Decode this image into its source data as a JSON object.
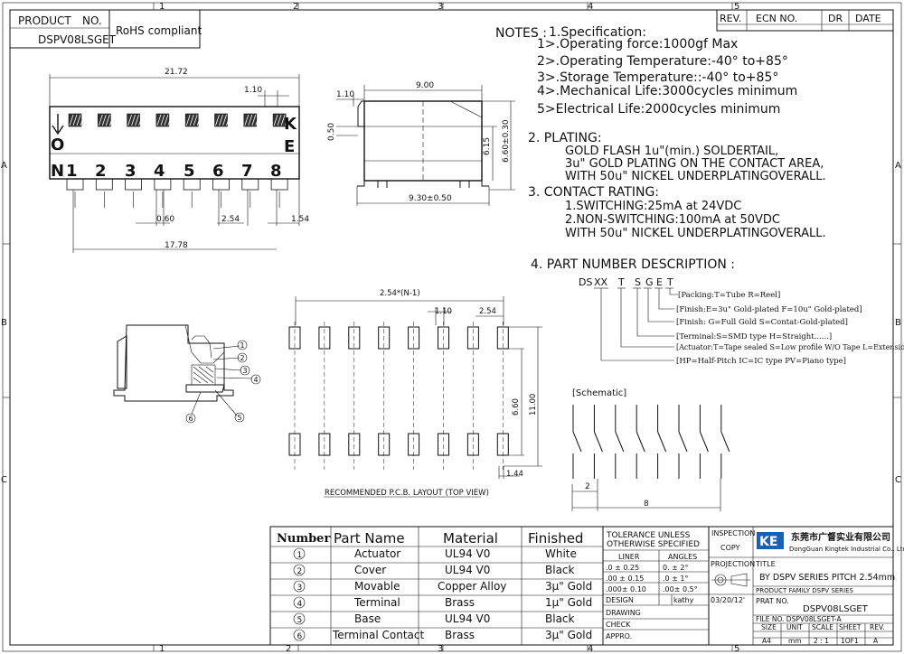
{
  "frame": {
    "top_zones": [
      "1",
      "2",
      "3",
      "4",
      "5"
    ],
    "bottom_zones": [
      "1",
      "2",
      "3",
      "4",
      "5"
    ],
    "left_zones": [
      "A",
      "B",
      "C"
    ],
    "right_zones": [
      "A",
      "B",
      "C"
    ]
  },
  "header": {
    "product_label": "PRODUCT",
    "no_label": "NO.",
    "product_no": "DSPV08LSGET",
    "rohs": "RoHS compliant"
  },
  "revision_block": {
    "headers": [
      "REV.",
      "ECN NO.",
      "DR",
      "DATE"
    ]
  },
  "notes": {
    "heading": "NOTES :",
    "spec_title": "1.Specification:",
    "spec_items": [
      "1>.Operating force:1000gf Max",
      "2>.Operating Temperature:-40° to+85°",
      "3>.Storage Temperature::-40° to+85°",
      "4>.Mechanical Life:3000cycles minimum",
      "5>Electrical Life:2000cycles minimum"
    ],
    "plating_title": "2. PLATING:",
    "plating_items": [
      "GOLD FLASH 1u\"(min.) SOLDERTAIL,",
      "3u\" GOLD PLATING  ON THE CONTACT AREA,",
      "WITH 50u\" NICKEL UNDERPLATINGOVERALL."
    ],
    "contact_title": "3. CONTACT RATING:",
    "contact_items": [
      "1.SWITCHING:25mA at 24VDC",
      "2.NON-SWITCHING:100mA at 50VDC",
      "WITH 50u\" NICKEL UNDERPLATINGOVERALL."
    ],
    "pn_title": "4. PART NUMBER DESCRIPTION :",
    "pn_code": [
      "DS",
      "XX",
      "T",
      "S",
      "G",
      "E",
      "T"
    ],
    "pn_items": [
      "[Packing:T=Tube R=Reel]",
      "[Finish:E=3u\" Gold-plated F=10u\" Gold-plated]",
      "[Finish: G=Full Gold S=Contat-Gold-plated]",
      "[Terminal:S=SMD type  H=Straight......]",
      "[Actuator:T=Tape sealed S=Low profile W/O Tape L=Extension]",
      "[HP=Half-Pitch IC=IC type PV=Piano type]"
    ]
  },
  "front_view": {
    "dims": [
      "21.72",
      "1.10",
      "0.60",
      "2.54",
      "1.54",
      "17.78"
    ],
    "numbers": [
      "1",
      "2",
      "3",
      "4",
      "5",
      "6",
      "7",
      "8"
    ],
    "left_letters": [
      "O",
      "N"
    ],
    "right_letters": [
      "K",
      "E"
    ]
  },
  "side_view": {
    "dims": [
      "1.10",
      "9.00",
      "0.50",
      "6.15",
      "6.60±0.30",
      "9.30±0.50"
    ]
  },
  "layout": {
    "dims": [
      "2.54*(N-1)",
      "1.10",
      "2.54",
      "6.60",
      "11.00",
      "1.44"
    ],
    "caption": "RECOMMENDED P.C.B. LAYOUT (TOP VIEW)"
  },
  "section_callouts": [
    "1",
    "2",
    "3",
    "4",
    "5",
    "6"
  ],
  "schematic": {
    "label": "[Schematic]",
    "dims": [
      "2",
      "8"
    ]
  },
  "bom": {
    "headers": [
      "Number",
      "Part Name",
      "Material",
      "Finished"
    ],
    "rows": [
      {
        "num": "1",
        "name": "Actuator",
        "material": "UL94 V0",
        "finish": "White"
      },
      {
        "num": "2",
        "name": "Cover",
        "material": "UL94 V0",
        "finish": "Black"
      },
      {
        "num": "3",
        "name": "Movable",
        "material": "Copper Alloy",
        "finish": "3μ\" Gold"
      },
      {
        "num": "4",
        "name": "Terminal",
        "material": "Brass",
        "finish": "1μ\" Gold"
      },
      {
        "num": "5",
        "name": "Base",
        "material": "UL94 V0",
        "finish": "Black"
      },
      {
        "num": "6",
        "name": "Terminal Contact",
        "material": "Brass",
        "finish": "3μ\" Gold"
      }
    ]
  },
  "tolerance": {
    "title1": "TOLERANCE  UNLESS",
    "title2": "OTHERWISE  SPECIFIED",
    "col_liner": "LINER",
    "col_angles": "ANGLES",
    "rows": [
      {
        "liner": ".0   ±  0.25",
        "angle": "0.  ±   2°"
      },
      {
        "liner": ".00  ±  0.15",
        "angle": ".0  ±   1°"
      },
      {
        "liner": ".000±  0.10",
        "angle": ".00±  0.5°"
      }
    ],
    "design_label": "DESIGN",
    "design_value": "kathy",
    "design_date": "03/20/12'",
    "drawing_label": "DRAWING",
    "check_label": "CHECK",
    "appro_label": "APPRO."
  },
  "title_block": {
    "inspection": "INSPECTION",
    "copy": "COPY",
    "projection": "PROJECTION",
    "logo": "KE",
    "company_cn": "东莞市广督实业有限公司",
    "company_en": "DongGuan Kingtek Industrial Co., Ltd.",
    "title_label": "TITLE",
    "title_value": "BY DSPV SERIES PITCH 2.54mm",
    "family": "PRODUCT  FAMILY DSPV SERIES",
    "prat_no_label": "PRAT NO.",
    "prat_no_value": "DSPV08LSGET",
    "file_no": "FILE NO.   DSPV08LSGET-A",
    "bottom_headers": [
      "SIZE",
      "UNIT",
      "SCALE",
      "SHEET",
      "REV."
    ],
    "bottom_values": [
      "A4",
      "mm",
      "2 : 1",
      "1OF1",
      "A"
    ]
  }
}
